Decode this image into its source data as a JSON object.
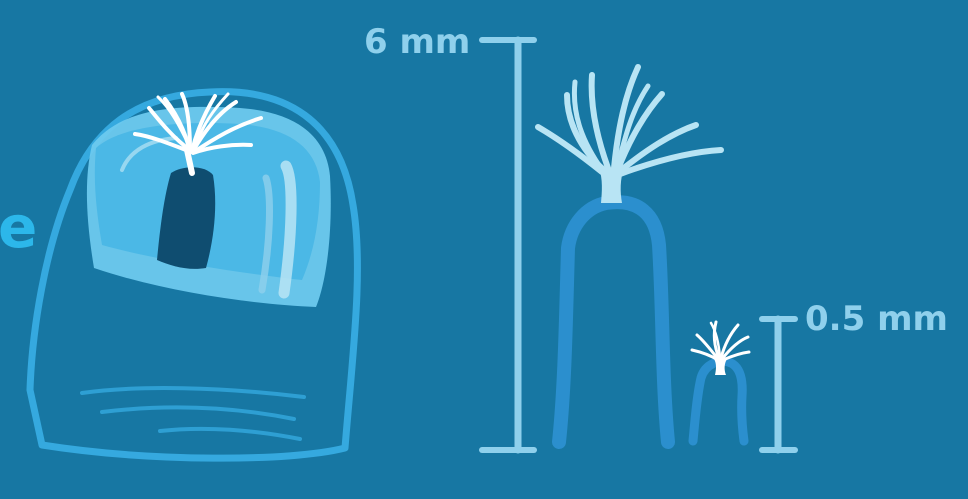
{
  "labels": {
    "large_scale": "6 mm",
    "small_scale": "0.5 mm",
    "partial_text_left": "e"
  },
  "colors": {
    "background": "#1777a3",
    "scale_bar": "#8fd0ec",
    "scale_text": "#8fd0ec",
    "partial_text": "#2cb7ea",
    "finger_outline": "#35a9df",
    "nail_fill": "#6dc9ee",
    "polyp_body": "#2b8fce",
    "polyp_head": "#b8e4f4",
    "tentacles_light": "#b8e4f4",
    "tentacles_white": "#ffffff",
    "polyp_on_nail": "#0f4d70"
  },
  "icons": {
    "finger": "fingertip-icon",
    "large_polyp": "hydra-polyp-large-icon",
    "small_polyp": "hydra-polyp-small-icon",
    "polyp_on_nail": "hydra-polyp-on-nail-icon"
  }
}
